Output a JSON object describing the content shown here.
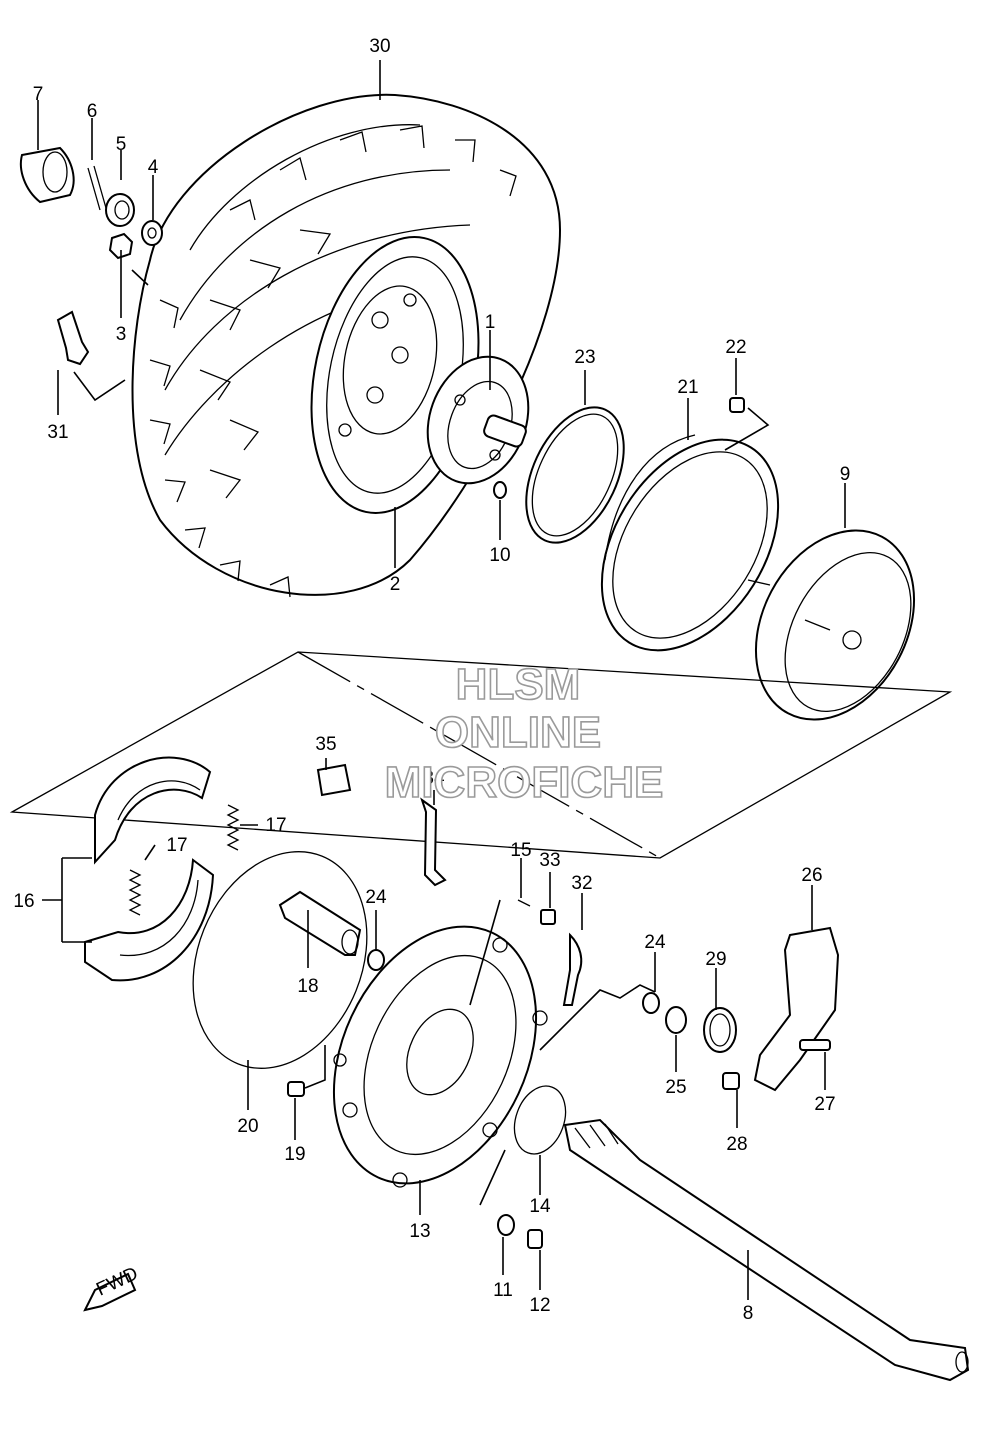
{
  "watermark": {
    "line1": "HLSM",
    "line2": "ONLINE",
    "line3": "MICROFICHE"
  },
  "fwd_label": "FWD",
  "callouts": [
    "30",
    "7",
    "6",
    "5",
    "4",
    "3",
    "31",
    "1",
    "23",
    "22",
    "21",
    "9",
    "10",
    "2",
    "35",
    "34",
    "17",
    "17",
    "16",
    "15",
    "33",
    "32",
    "24",
    "26",
    "18",
    "24",
    "29",
    "20",
    "19",
    "25",
    "27",
    "28",
    "13",
    "14",
    "11",
    "12",
    "8"
  ]
}
